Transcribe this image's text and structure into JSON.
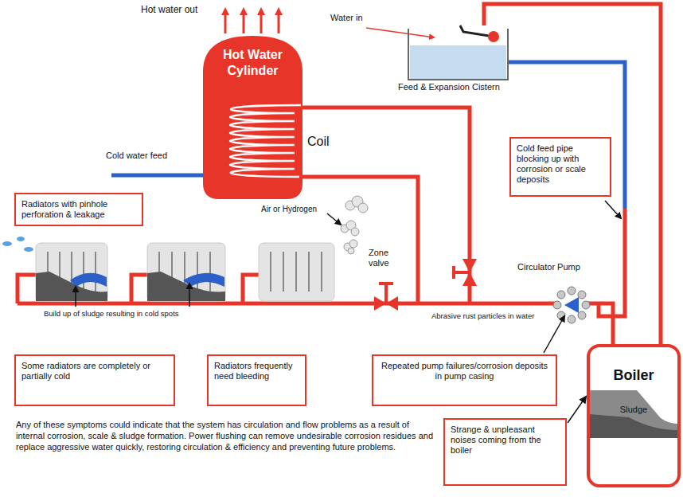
{
  "diagram": {
    "caption": "Any of these symptoms could indicate that the system has circulation and flow problems as a result of internal corrosion, scale & sludge formation. Power flushing can remove undesirable corrosion residues and replace aggressive water quickly, restoring circulation & efficiency and preventing future problems.",
    "nodes": [
      {
        "text": [
          "Hot Water Cylinder"
        ]
      },
      {
        "text": [
          "Cold feed pipe blocking up with corrosion or scale deposits"
        ]
      },
      {
        "text": [
          "Radiators with pinhole perforation & leakage"
        ]
      },
      {
        "text": [
          "Some radiators are completely or partially cold"
        ]
      },
      {
        "text": [
          "Radiators frequently need bleeding"
        ]
      },
      {
        "text": [
          "Repeated pump failures/corrosion deposits in pump casing"
        ]
      },
      {
        "text": [
          "Boiler",
          "Sludge"
        ]
      },
      {
        "text": [
          "Strange & unpleasant noises coming from the boiler"
        ]
      }
    ],
    "edges": [
      {
        "from": 7,
        "to": 6,
        "arrow": "to"
      }
    ],
    "labels": [
      "Hot water out",
      "Water in",
      "Feed & Expansion Cistern",
      "Coil",
      "Cold water feed",
      "Air or Hydrogen",
      "Zone valve",
      "Circulator Pump",
      "Build up of sludge resulting in cold spots",
      "Abrasive rust particles in water"
    ]
  }
}
